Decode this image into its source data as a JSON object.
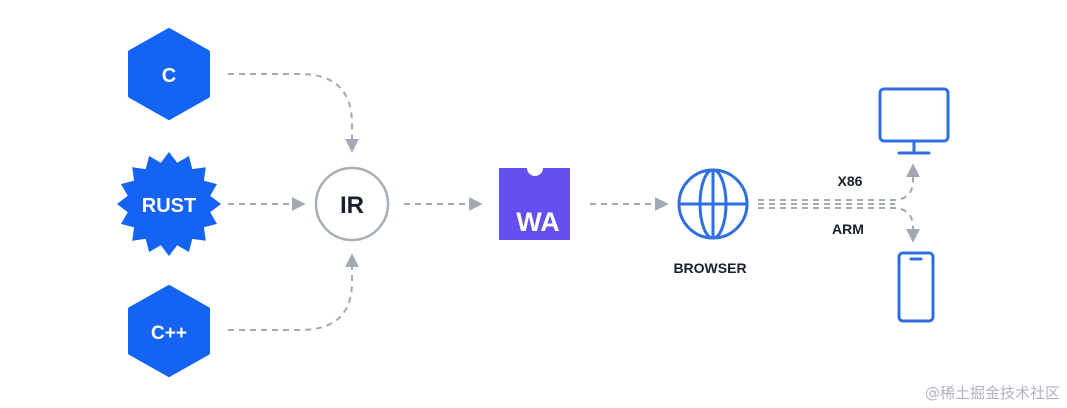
{
  "diagram": {
    "sources": [
      {
        "id": "c",
        "label": "C",
        "shape": "hexagon"
      },
      {
        "id": "rust",
        "label": "RUST",
        "shape": "gear"
      },
      {
        "id": "cpp",
        "label": "C++",
        "shape": "hexagon"
      }
    ],
    "ir": {
      "label": "IR"
    },
    "wasm": {
      "label": "WA"
    },
    "browser": {
      "label": "BROWSER",
      "icon": "globe-icon"
    },
    "targets": [
      {
        "id": "x86",
        "label": "X86",
        "icon": "desktop-monitor-icon"
      },
      {
        "id": "arm",
        "label": "ARM",
        "icon": "smartphone-icon"
      }
    ]
  },
  "watermark": "@稀土掘金技术社区",
  "colors": {
    "source_blue": "#1463f3",
    "wasm_purple": "#654ff0",
    "connector_gray": "#a3a9b3",
    "icon_blue": "#2f6fe0",
    "ir_ring": "#a9afb8",
    "text_dark": "#1a1f2e"
  }
}
